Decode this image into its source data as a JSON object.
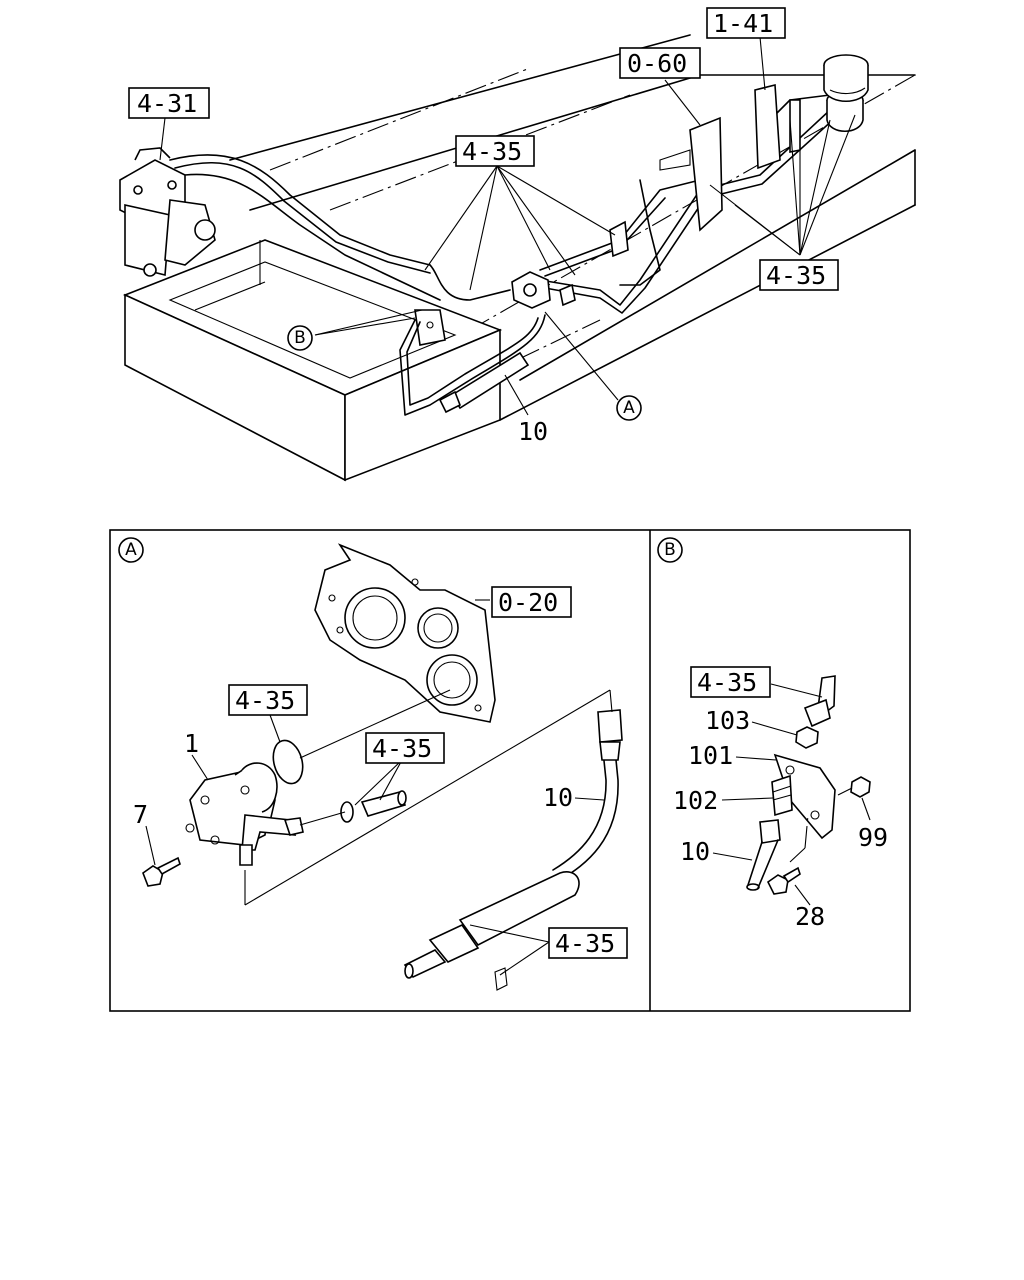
{
  "overview": {
    "ref_4_31": "4-31",
    "ref_0_60": "0-60",
    "ref_1_41": "1-41",
    "ref_4_35_top": "4-35",
    "ref_4_35_right": "4-35",
    "part_10": "10",
    "callout_a": "A",
    "callout_b": "B"
  },
  "detail_a": {
    "callout": "A",
    "ref_0_20": "0-20",
    "ref_4_35_oring": "4-35",
    "ref_4_35_pipe": "4-35",
    "ref_4_35_hose": "4-35",
    "part_1": "1",
    "part_7": "7",
    "part_10": "10"
  },
  "detail_b": {
    "callout": "B",
    "ref_4_35": "4-35",
    "part_103": "103",
    "part_101": "101",
    "part_102": "102",
    "part_10": "10",
    "part_99": "99",
    "part_28": "28"
  }
}
